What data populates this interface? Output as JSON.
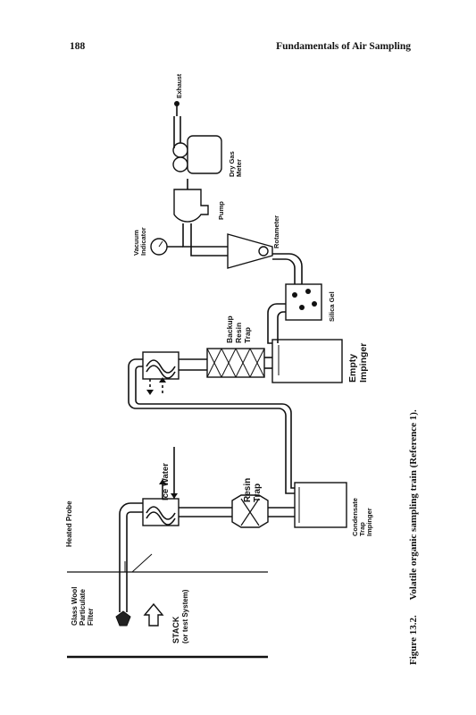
{
  "header": {
    "page_number": "188",
    "running_title": "Fundamentals of Air Sampling"
  },
  "figure": {
    "caption_number": "Figure 13.2.",
    "caption_text": "Volatile organic sampling train (Reference 1).",
    "labels": {
      "glass_wool": [
        "Glass Wool",
        "Particulate",
        "Filter"
      ],
      "stack": [
        "STACK",
        "(or test System)"
      ],
      "heated_probe": "Heated Probe",
      "ice_water": "Ice Water",
      "resin_trap": [
        "Resin",
        "Trap"
      ],
      "condensate": [
        "Condensate",
        "Trap",
        "Impinger"
      ],
      "empty_impinger": [
        "Empty",
        "Impinger"
      ],
      "backup_resin": [
        "Backup",
        "Resin",
        "Trap"
      ],
      "silica_gel": "Silica Gel",
      "vacuum_indicator": [
        "Vacuum",
        "Indicator"
      ],
      "rotameter": "Rotameter",
      "pump": "Pump",
      "dry_gas_meter": [
        "Dry Gas",
        "Meter"
      ],
      "exhaust": "Exhaust"
    }
  }
}
